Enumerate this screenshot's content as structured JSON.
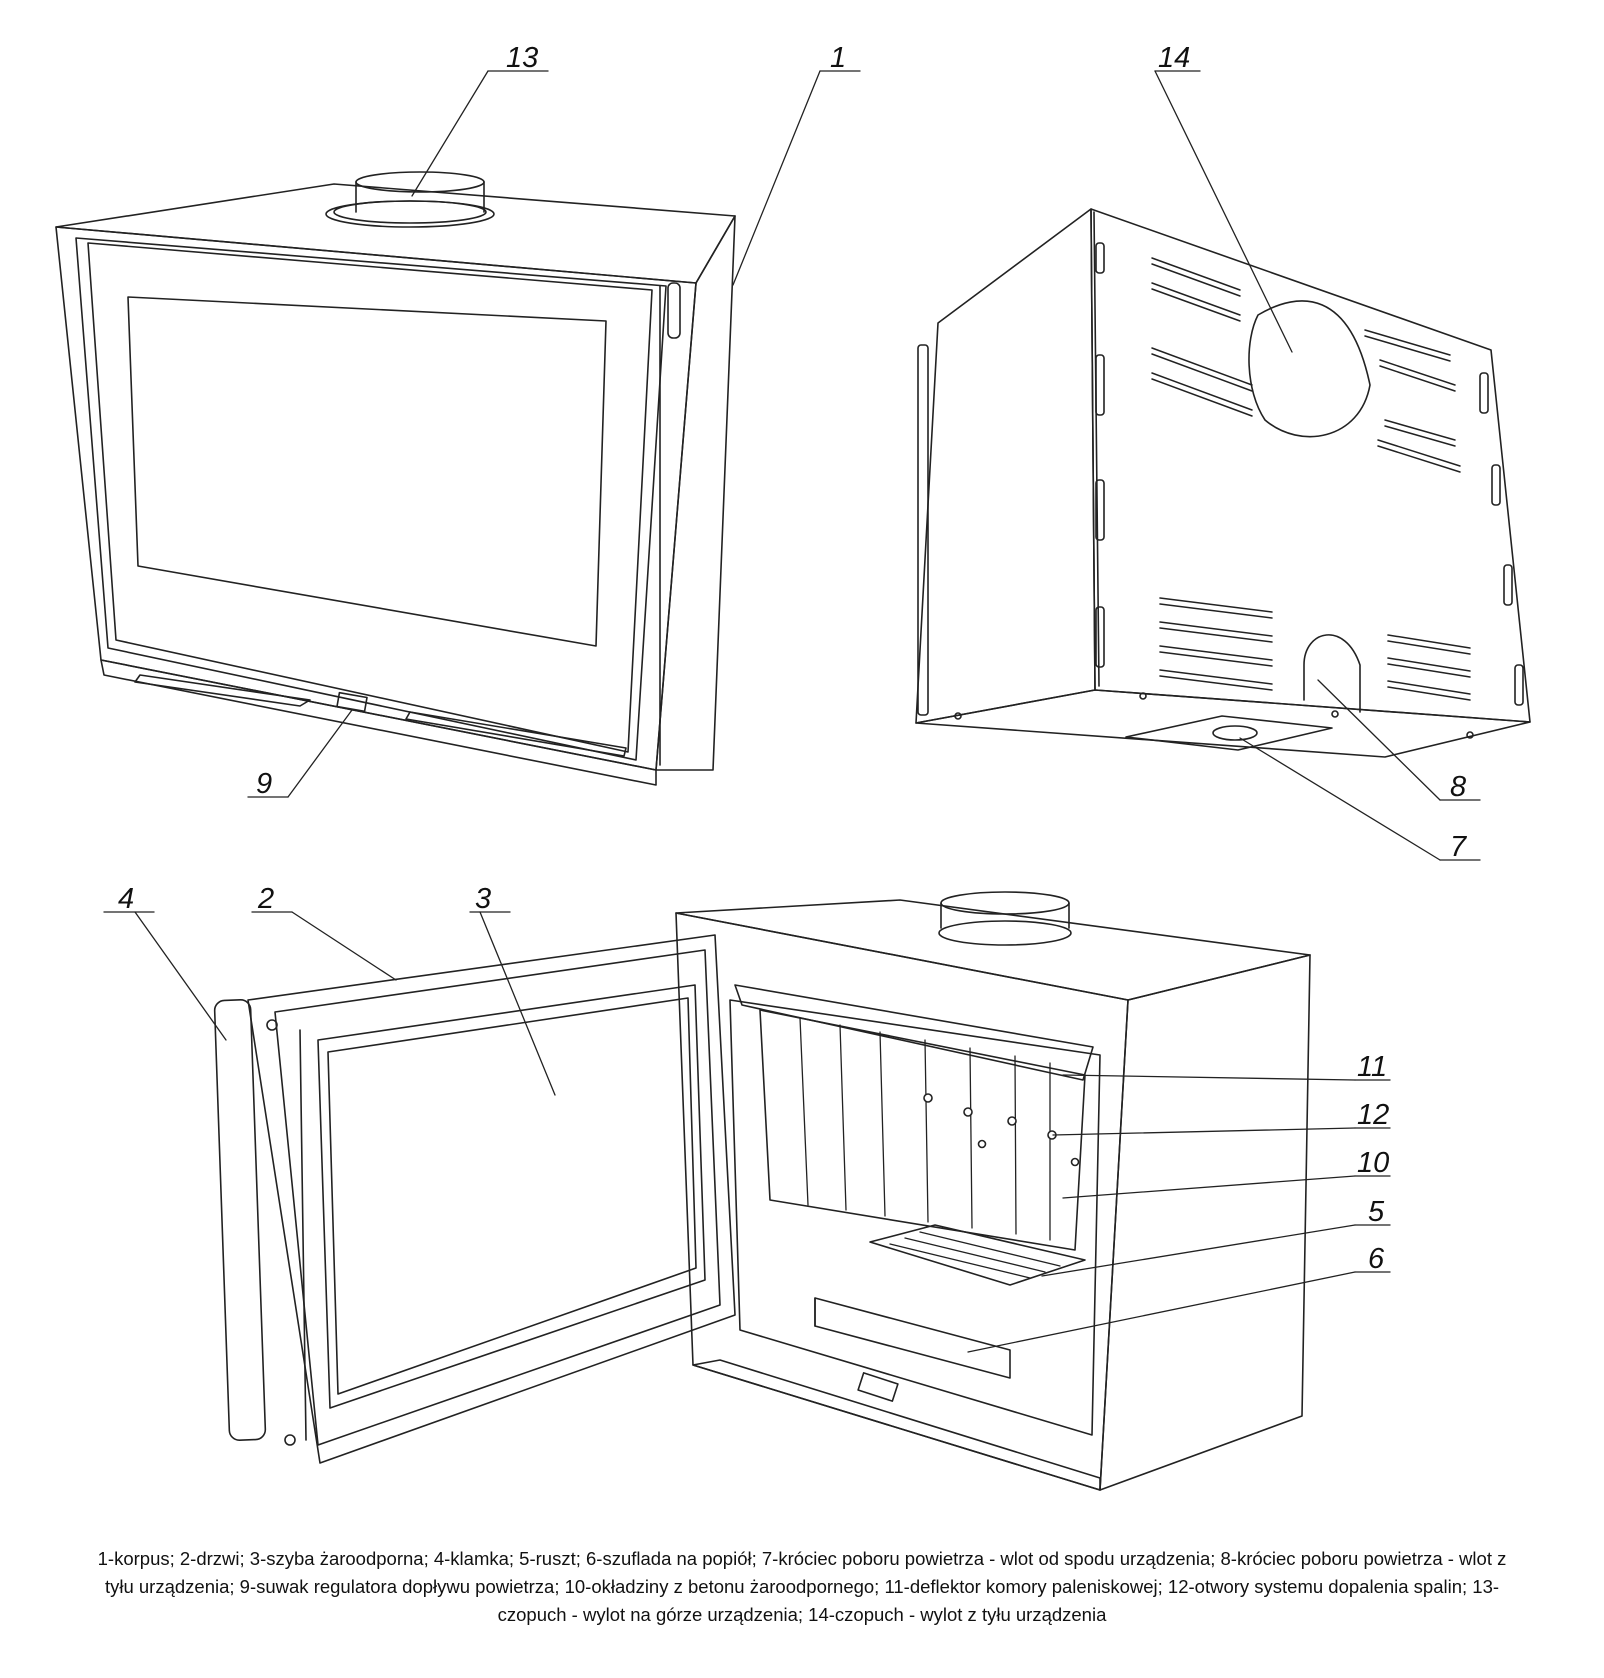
{
  "callouts": {
    "c1": "1",
    "c2": "2",
    "c3": "3",
    "c4": "4",
    "c5": "5",
    "c6": "6",
    "c7": "7",
    "c8": "8",
    "c9": "9",
    "c10": "10",
    "c11": "11",
    "c12": "12",
    "c13": "13",
    "c14": "14"
  },
  "caption": {
    "line1": "1-korpus; 2-drzwi; 3-szyba żaroodporna; 4-klamka; 5-ruszt; 6-szuflada na popiół; 7-króciec poboru powietrza - wlot od spodu urządzenia; 8-króciec poboru powietrza - wlot z",
    "line2": "tyłu urządzenia; 9-suwak regulatora dopływu powietrza; 10-okładziny z betonu żaroodpornego; 11-deflektor komory paleniskowej; 12-otwory systemu dopalenia spalin; 13-",
    "line3": "czopuch - wylot na górze urządzenia; 14-czopuch - wylot z tyłu urządzenia"
  }
}
